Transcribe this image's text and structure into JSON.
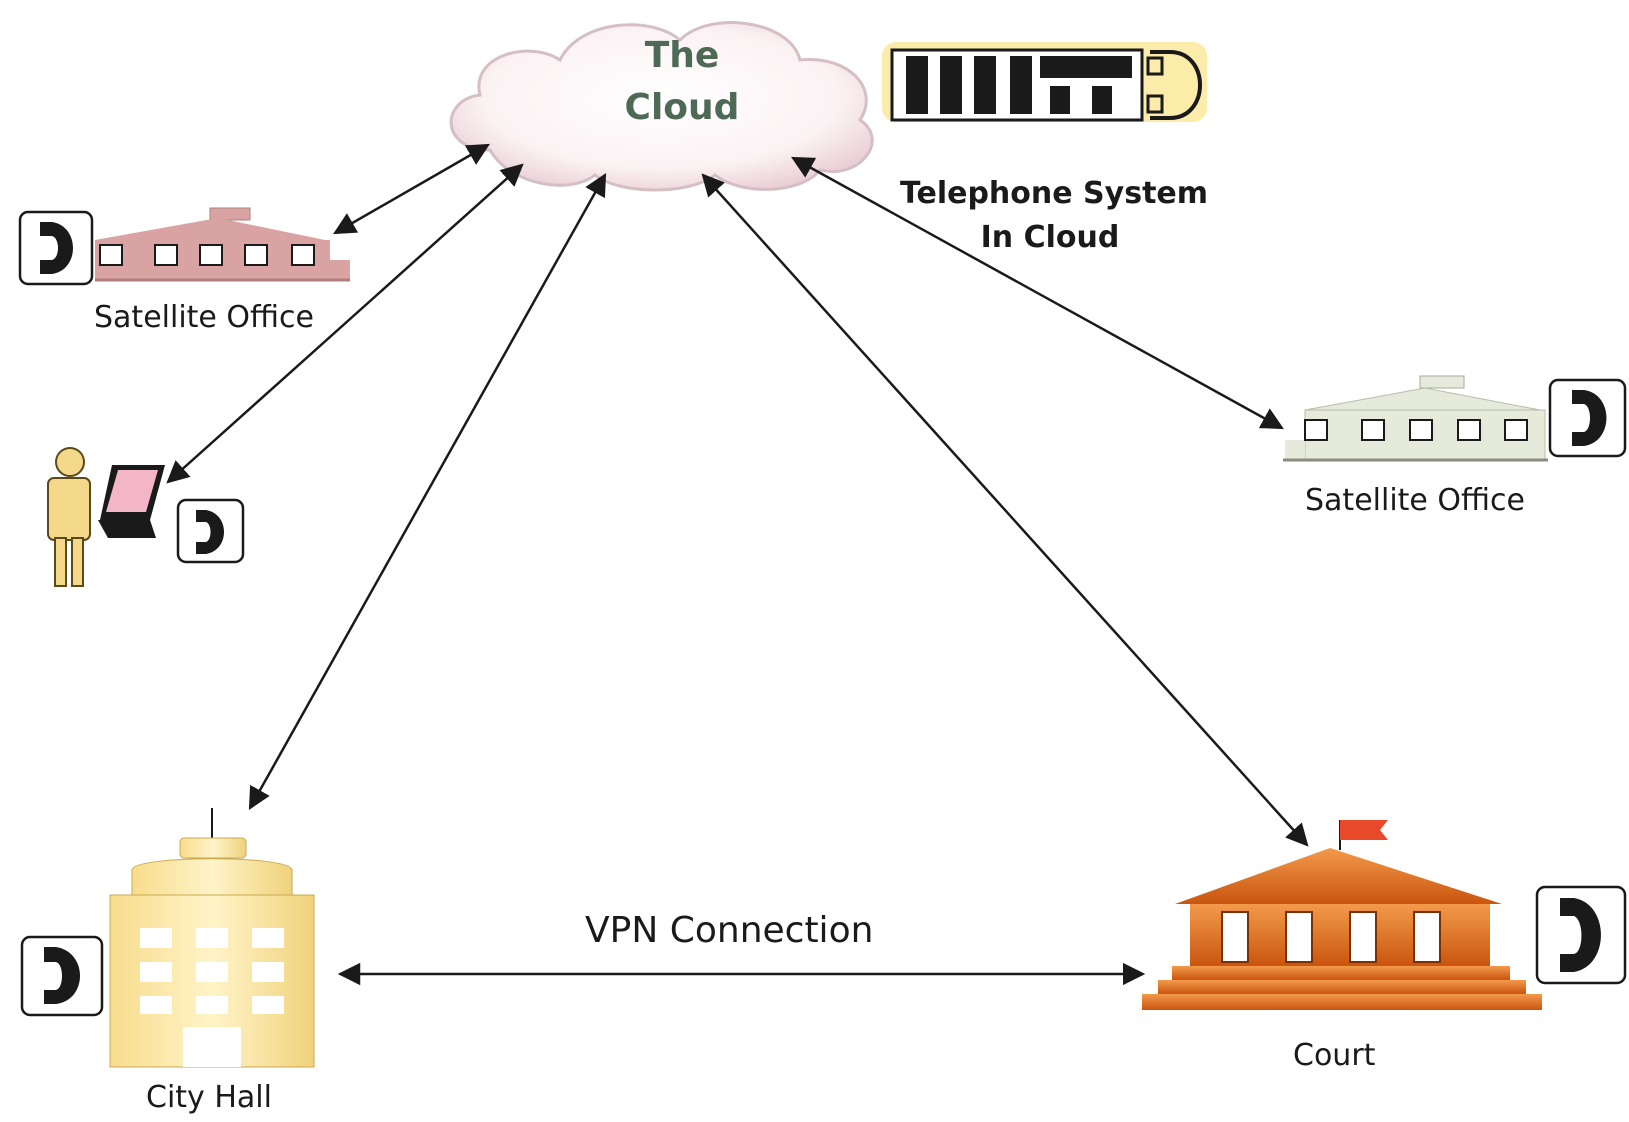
{
  "cloud": {
    "line1": "The",
    "line2": "Cloud"
  },
  "telephone_system": {
    "line1": "Telephone System",
    "line2": "In Cloud"
  },
  "nodes": {
    "satellite_office_left": {
      "label": "Satellite Office",
      "color": "#d9a3a3"
    },
    "satellite_office_right": {
      "label": "Satellite Office",
      "color": "#e6eadb"
    },
    "remote_user": {
      "color": "#f5d98b",
      "laptop_screen": "#f3b6c6"
    },
    "city_hall": {
      "label": "City Hall",
      "color": "#fbe9a6"
    },
    "court": {
      "label": "Court",
      "color": "#e8701e",
      "flag": "#e94a2b"
    }
  },
  "links": {
    "vpn_label": "VPN Connection"
  },
  "colors": {
    "cloud_fill": "#f9eef1",
    "cloud_stroke": "#c9b6bb",
    "accent_glow": "#f9e27a",
    "line": "#1a1a1a"
  }
}
